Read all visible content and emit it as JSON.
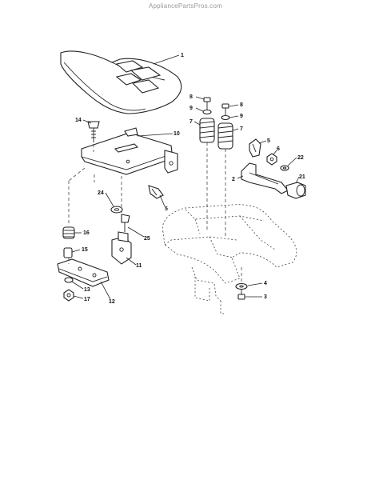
{
  "watermark": "AppliancePartsPros.com",
  "callouts": {
    "c1": "1",
    "c10": "10",
    "c14": "14",
    "c8a": "8",
    "c9a": "9",
    "c7a": "7",
    "c8b": "8",
    "c9b": "9",
    "c7b": "7",
    "c5a": "5",
    "c6": "6",
    "c22": "22",
    "c2": "2",
    "c21": "21",
    "c24": "24",
    "c5b": "5",
    "c16": "16",
    "c25": "25",
    "c15": "15",
    "c11": "11",
    "c13": "13",
    "c17": "17",
    "c12": "12",
    "c4": "4",
    "c3": "3"
  }
}
